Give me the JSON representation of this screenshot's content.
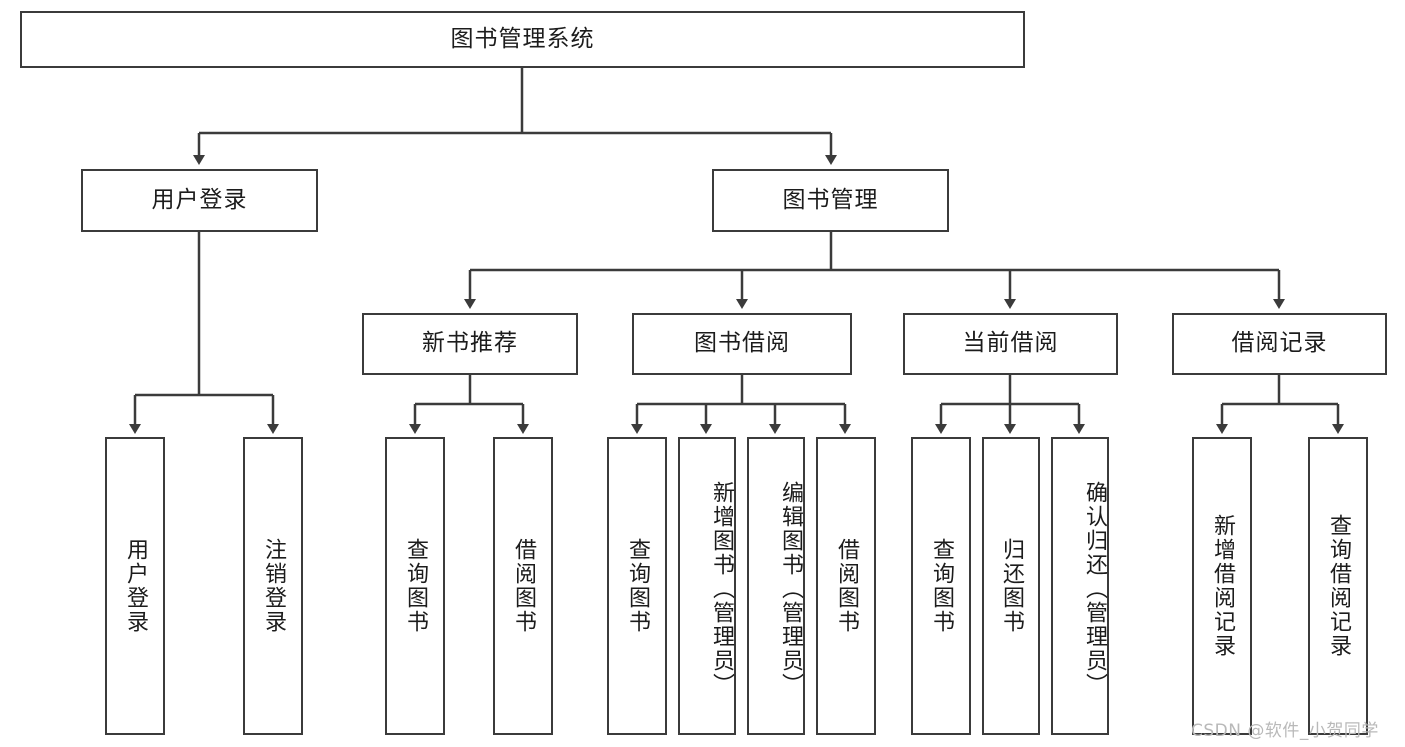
{
  "diagram": {
    "title": "图书管理系统",
    "type": "tree-hierarchy-chart",
    "root": {
      "label": "图书管理系统"
    },
    "level2": [
      {
        "id": "user-login",
        "label": "用户登录"
      },
      {
        "id": "book-management",
        "label": "图书管理"
      }
    ],
    "level3": [
      {
        "id": "new-book-recommend",
        "label": "新书推荐",
        "parent": "book-management"
      },
      {
        "id": "book-borrow",
        "label": "图书借阅",
        "parent": "book-management"
      },
      {
        "id": "current-borrow",
        "label": "当前借阅",
        "parent": "book-management"
      },
      {
        "id": "borrow-record",
        "label": "借阅记录",
        "parent": "book-management"
      }
    ],
    "leaves": [
      {
        "id": "leaf-user-login",
        "label": "用户登录",
        "parent": "user-login"
      },
      {
        "id": "leaf-user-logout",
        "label": "注销登录",
        "parent": "user-login"
      },
      {
        "id": "leaf-query-book-1",
        "label": "查询图书",
        "parent": "new-book-recommend"
      },
      {
        "id": "leaf-borrow-book-1",
        "label": "借阅图书",
        "parent": "new-book-recommend"
      },
      {
        "id": "leaf-query-book-2",
        "label": "查询图书",
        "parent": "book-borrow"
      },
      {
        "id": "leaf-add-book",
        "label": "新增图书（管理员）",
        "parent": "book-borrow"
      },
      {
        "id": "leaf-edit-book",
        "label": "编辑图书（管理员）",
        "parent": "book-borrow"
      },
      {
        "id": "leaf-borrow-book-2",
        "label": "借阅图书",
        "parent": "book-borrow"
      },
      {
        "id": "leaf-query-book-3",
        "label": "查询图书",
        "parent": "current-borrow"
      },
      {
        "id": "leaf-return-book",
        "label": "归还图书",
        "parent": "current-borrow"
      },
      {
        "id": "leaf-confirm-return",
        "label": "确认归还（管理员）",
        "parent": "current-borrow"
      },
      {
        "id": "leaf-add-record",
        "label": "新增借阅记录",
        "parent": "borrow-record"
      },
      {
        "id": "leaf-query-record",
        "label": "查询借阅记录",
        "parent": "borrow-record"
      }
    ]
  },
  "watermark": {
    "text": "CSDN @软件_小贺同学"
  },
  "colors": {
    "border": "#3b3b3b",
    "text": "#1c1c1c",
    "background": "#ffffff",
    "watermark": "#b9b9b9"
  }
}
